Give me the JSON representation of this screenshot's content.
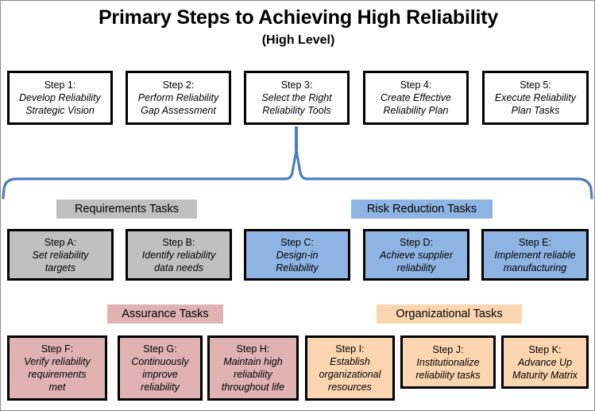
{
  "title": {
    "main": "Primary Steps to Achieving High Reliability",
    "sub": "(High Level)"
  },
  "colors": {
    "brace": "#4a7ebb",
    "gray": "#c0c0c0",
    "blue": "#8eb4e3",
    "pink": "#e0b2b2",
    "peach": "#fbd5b0",
    "border": "#000000",
    "background": "#ffffff"
  },
  "top_row": [
    {
      "label": "Step 1:",
      "lines": [
        "Develop Reliability",
        "Strategic Vision"
      ],
      "fill": "white"
    },
    {
      "label": "Step 2:",
      "lines": [
        "Perform Reliability",
        "Gap Assessment"
      ],
      "fill": "white"
    },
    {
      "label": "Step 3:",
      "lines": [
        "Select the Right",
        "Reliability  Tools"
      ],
      "fill": "white"
    },
    {
      "label": "Step 4:",
      "lines": [
        "Create Effective",
        "Reliability Plan"
      ],
      "fill": "white"
    },
    {
      "label": "Step 5:",
      "lines": [
        "Execute Reliability",
        "Plan Tasks"
      ],
      "fill": "white"
    }
  ],
  "category_labels": [
    {
      "text": "Requirements  Tasks",
      "fill": "gray"
    },
    {
      "text": "Risk Reduction  Tasks",
      "fill": "blue"
    },
    {
      "text": "Assurance Tasks",
      "fill": "pink"
    },
    {
      "text": "Organizational Tasks",
      "fill": "peach"
    }
  ],
  "middle_row": [
    {
      "label": "Step A:",
      "lines": [
        "Set reliability",
        "targets"
      ],
      "fill": "gray"
    },
    {
      "label": "Step B:",
      "lines": [
        "Identify reliability",
        "data needs"
      ],
      "fill": "gray"
    },
    {
      "label": "Step C:",
      "lines": [
        "Design-in",
        "Reliability"
      ],
      "fill": "blue"
    },
    {
      "label": "Step D:",
      "lines": [
        "Achieve supplier",
        "reliability"
      ],
      "fill": "blue"
    },
    {
      "label": "Step E:",
      "lines": [
        "Implement reliable",
        "manufacturing"
      ],
      "fill": "blue"
    }
  ],
  "bottom_row": [
    {
      "label": "Step F:",
      "lines": [
        "Verify reliability",
        "requirements",
        "met"
      ],
      "fill": "pink"
    },
    {
      "label": "Step G:",
      "lines": [
        "Continuously",
        "improve",
        "reliability"
      ],
      "fill": "pink"
    },
    {
      "label": "Step H:",
      "lines": [
        "Maintain high",
        "reliability",
        "throughout life"
      ],
      "fill": "pink"
    },
    {
      "label": "Step I:",
      "lines": [
        "Establish",
        "organizational",
        "resources"
      ],
      "fill": "peach"
    },
    {
      "label": "Step J:",
      "lines": [
        "Institutionalize",
        "reliability  tasks"
      ],
      "fill": "peach"
    },
    {
      "label": "Step K:",
      "lines": [
        "Advance Up",
        "Maturity Matrix"
      ],
      "fill": "peach"
    }
  ]
}
